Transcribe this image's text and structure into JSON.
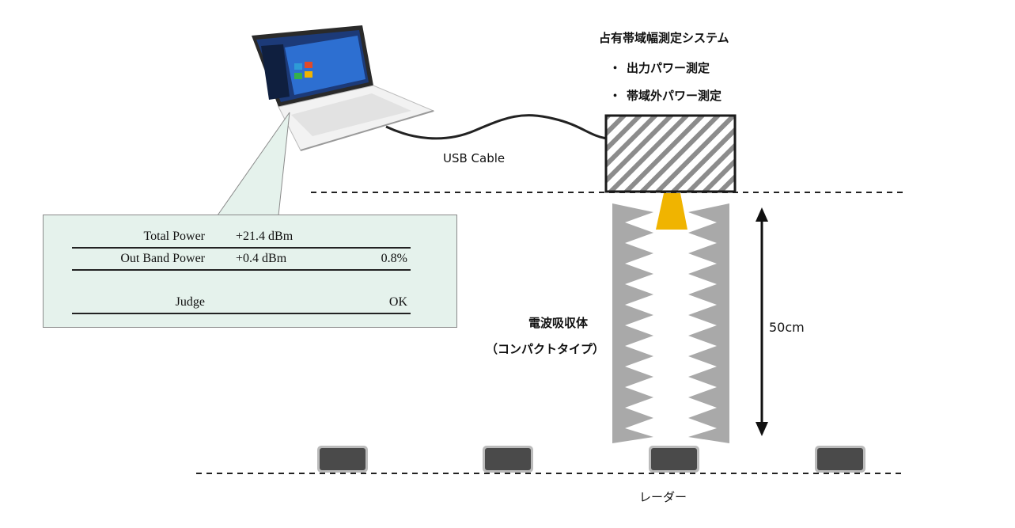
{
  "system": {
    "title": "占有帯域幅測定システム",
    "bullet_mark": "・",
    "features": [
      "出力パワー測定",
      "帯域外パワー測定"
    ]
  },
  "cable_label": "USB Cable",
  "absorber": {
    "label": "電波吸収体",
    "sublabel": "（コンパクトタイプ）"
  },
  "distance_label": "50cm",
  "radar_label": "レーダー",
  "result_panel": {
    "rows": [
      {
        "label": "Total Power",
        "value": "+21.4 dBm",
        "percent": ""
      },
      {
        "label": "Out Band Power",
        "value": "+0.4 dBm",
        "percent": "0.8%"
      },
      {
        "label": "Judge",
        "value": "",
        "percent": "OK"
      }
    ]
  },
  "colors": {
    "panel_bg": "#e5f2ec",
    "absorber_gray": "#a9a9a9",
    "antenna_yellow": "#f0b400",
    "radar_dark": "#4a4a4a"
  },
  "icons": [
    "laptop-icon",
    "measurement-device-icon",
    "antenna-icon",
    "radar-icon",
    "double-arrow-icon"
  ]
}
